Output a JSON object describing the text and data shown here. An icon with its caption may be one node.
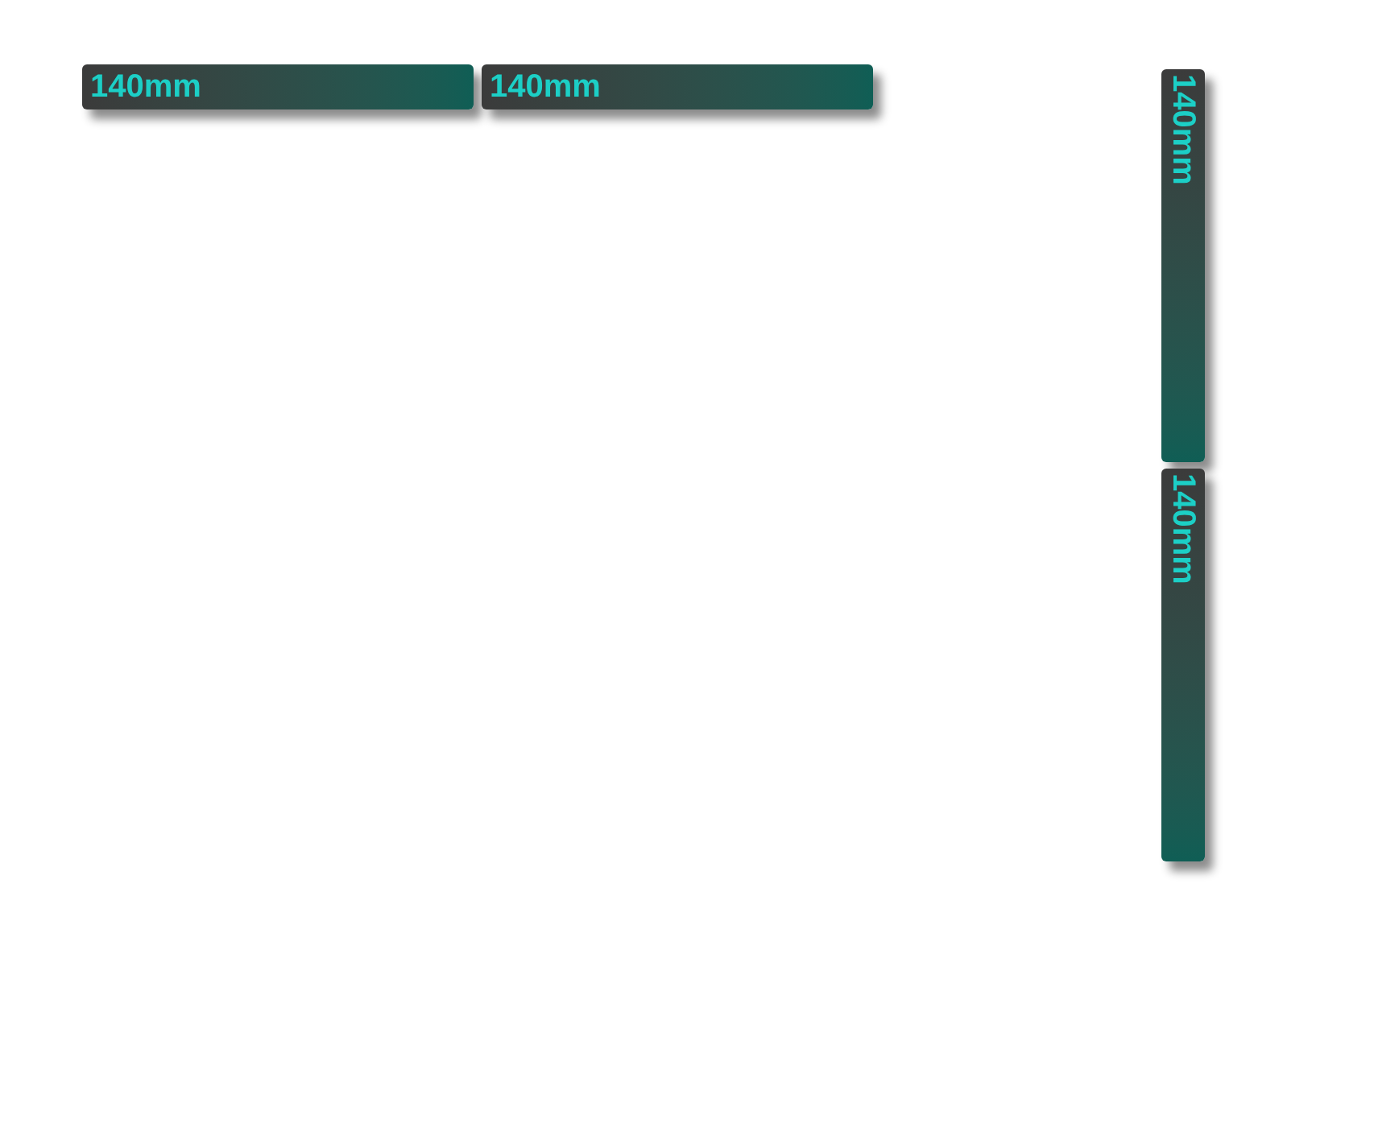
{
  "diagram": {
    "nodes": [
      {
        "text": [
          "140mm"
        ]
      },
      {
        "text": [
          "140mm"
        ]
      },
      {
        "text": [
          "140mm"
        ]
      },
      {
        "text": [
          "140mm"
        ]
      }
    ]
  }
}
